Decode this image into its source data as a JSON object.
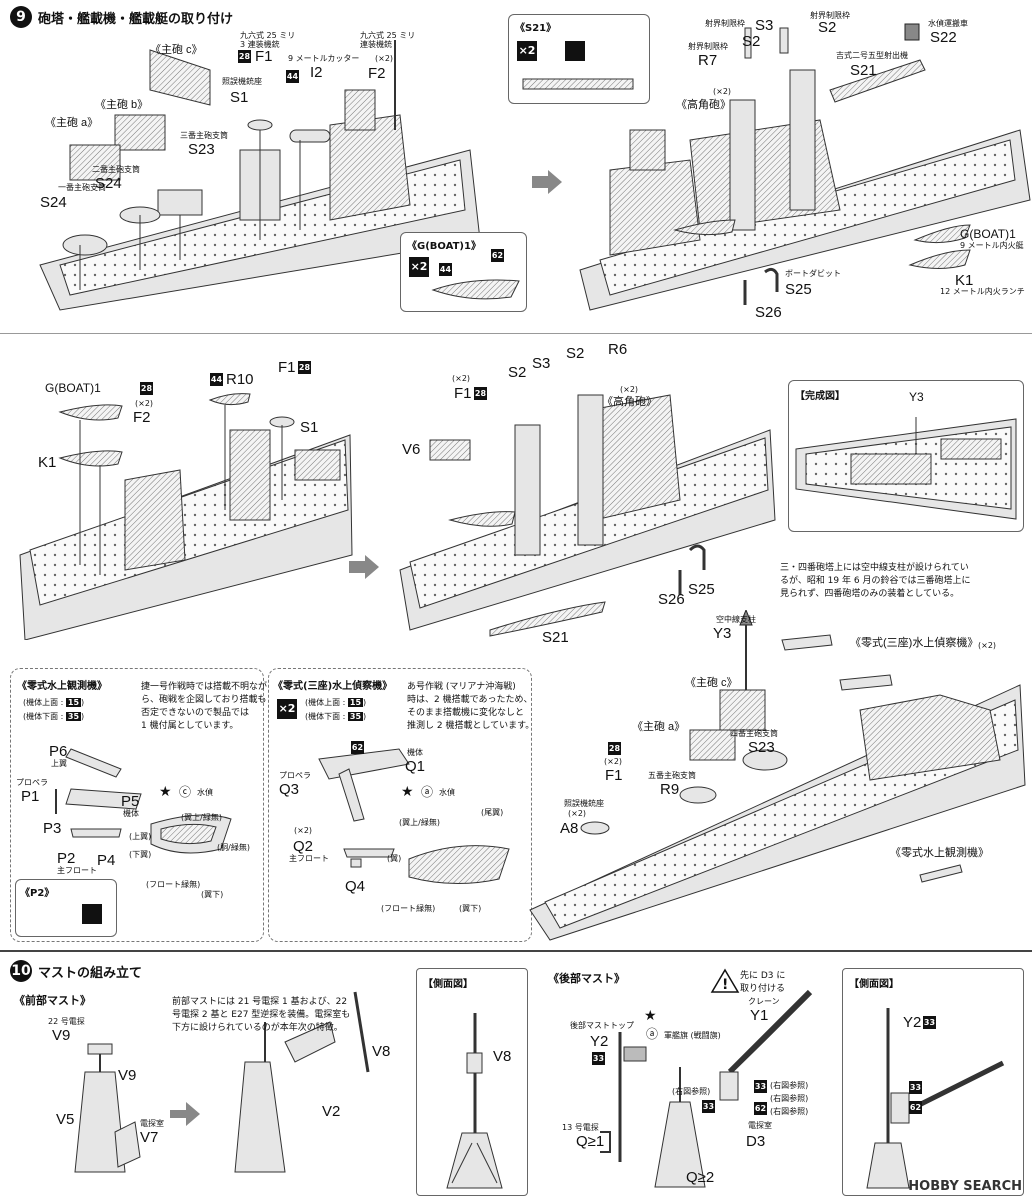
{
  "step9": {
    "num": "9",
    "title": "砲塔・艦載機・艦載艇の取り付け",
    "panel_a": {
      "labels": {
        "main_c": "《主砲 c》",
        "main_b": "《主砲 b》",
        "main_a": "《主砲 a》",
        "b28": "28",
        "b44": "44",
        "F1": "F1",
        "S1": "S1",
        "I2": "I2",
        "F2": "F2",
        "S23": "S23",
        "S24a": "S24",
        "S24b": "S24",
        "x2": "(×2)"
      },
      "notes": {
        "f1": "九六式 25 ミリ\n3 連装機銃",
        "s1": "照誤機銃座",
        "i2": "9 メートルカッター",
        "f2": "九六式 25 ミリ\n連装機銃",
        "s23": "三番主砲支筒",
        "s24b": "二番主砲支筒",
        "s24a": "一番主砲支筒"
      }
    },
    "boat_box": {
      "title": "《G(BOAT)1》",
      "x2": "×2",
      "b44": "44",
      "b62": "62"
    },
    "panel_b": {
      "s21_box": "《S21》",
      "x2": "×2",
      "labels": {
        "S3": "S3",
        "S2a": "S2",
        "S2b": "S2",
        "S22": "S22",
        "R7": "R7",
        "S21": "S21",
        "hakaku": "《高角砲》",
        "x2": "(×2)",
        "gboat": "G(BOAT)1",
        "K1": "K1",
        "S25": "S25",
        "S26": "S26"
      },
      "notes": {
        "shaji1": "射界制限枠",
        "shaji2": "射界制限枠",
        "shaji3": "射界制限枠",
        "suitei": "水偵運搬車",
        "s21n": "吉式二号五型射出機",
        "gboat": "9 メートル内火艇",
        "k1": "12 メートル内火ランチ",
        "s25": "ボートダビット"
      }
    },
    "panel_c": {
      "labels": {
        "gboat": "G(BOAT)1",
        "b28": "28",
        "b44": "44",
        "R10": "R10",
        "F1": "F1",
        "b28b": "28",
        "x2": "(×2)",
        "F2": "F2",
        "S1": "S1",
        "K1": "K1"
      }
    },
    "panel_d": {
      "labels": {
        "x2": "(×2)",
        "F1": "F1",
        "b28": "28",
        "S2a": "S2",
        "S3": "S3",
        "S2b": "S2",
        "R6": "R6",
        "x2b": "(×2)",
        "hakaku": "《高角砲》",
        "V6": "V6",
        "S25": "S25",
        "S26": "S26",
        "S21": "S21"
      }
    },
    "complete_box": {
      "title": "【完成図】",
      "Y3": "Y3"
    },
    "note_right": "三・四番砲塔上には空中線支柱が設けられてい\nるが、昭和 19 年 6 月の鈴谷では三番砲塔上に\n見られず、四番砲塔のみの装着としている。",
    "zero_obs": {
      "title": "《零式水上観測機》",
      "row1": "(機体上面 : ",
      "row1b": "15",
      "row2": "(機体下面 : ",
      "row2b": "35",
      "desc": "捷一号作戦時では搭載不明なが\nら、砲戦を企図しており搭載も\n否定できないので製品では\n1 機付属としています。",
      "P6": "P6",
      "P6n": "上翼",
      "P1": "P1",
      "P1n": "プロペラ",
      "P5": "P5",
      "P5n": "機体",
      "P3": "P3",
      "P2": "P2",
      "P2n": "主フロート",
      "P4": "P4",
      "star": "★",
      "c": "ⓒ",
      "suitei": "水偵",
      "wing_up": "(翼上/緑無)",
      "upper": "(上翼)",
      "lower": "(下翼)",
      "cowl": "(胴/緑無)",
      "float": "(フロート緑無)",
      "wing_low": "(翼下)",
      "p2box": "《P2》"
    },
    "zero3": {
      "title": "《零式(三座)水上偵察機》",
      "x2": "×2",
      "row1": "(機体上面 : ",
      "row1b": "15",
      "row2": "(機体下面 : ",
      "row2b": "35",
      "desc": "あ号作戦 (マリアナ沖海戦)\n時は、2 機搭載であったため、\nそのまま搭載機に変化なしと\n推測し 2 機搭載としています。",
      "b62": "62",
      "Q1": "Q1",
      "Q1n": "機体",
      "Q3": "Q3",
      "Q3n": "プロペラ",
      "x2b": "(×2)",
      "Q2": "Q2",
      "Q2n": "主フロート",
      "Q4": "Q4",
      "star": "★",
      "a": "ⓐ",
      "suitei": "水偵",
      "wing_up": "(翼上/緑無)",
      "tail": "(尾翼)",
      "wing": "(翼)",
      "float": "(フロート緑無)",
      "wing_low": "(翼下)"
    },
    "panel_e": {
      "labels": {
        "Y3": "Y3",
        "Y3n": "空中線支柱",
        "zero3": "《零式(三座)水上偵察機》",
        "x2": "(×2)",
        "main_c": "《主砲 c》",
        "main_a": "《主砲 a》",
        "b28": "28",
        "x2b": "(×2)",
        "F1": "F1",
        "S23": "S23",
        "S23n": "四番主砲支筒",
        "R9": "R9",
        "R9n": "五番主砲支筒",
        "A8n": "照誤機銃座",
        "x2c": "(×2)",
        "A8": "A8",
        "zero_obs": "《零式水上観測機》"
      }
    }
  },
  "step10": {
    "num": "10",
    "title": "マストの組み立て",
    "front": {
      "title": "《前部マスト》",
      "V9n": "22 号電探",
      "V9": "V9",
      "V9b": "V9",
      "V5": "V5",
      "V7": "V7",
      "V7n": "電探室",
      "desc": "前部マストには 21 号電探 1 基および、22\n号電探 2 基と E27 型逆探を装備。電探室も\n下方に設けられているのが本年次の特徴。",
      "V8": "V8",
      "V2": "V2"
    },
    "side1": {
      "title": "【側面図】",
      "V8": "V8"
    },
    "rear": {
      "title": "《後部マスト》",
      "warn": "先に D3 に\n取り付ける",
      "Y1": "Y1",
      "Y1n": "クレーン",
      "topn": "後部マストトップ",
      "Y2": "Y2",
      "b33": "33",
      "flag": "軍艦旗 (戦闘旗)",
      "star": "★",
      "a": "ⓐ",
      "ref1": "(右図参照)",
      "b33b": "33",
      "ref2": "(右図参照)",
      "b33c": "33",
      "ref3": "(右図参照)",
      "b62": "62",
      "ref4": "(右図参照)",
      "D3": "D3",
      "D3n": "電探室",
      "Q21": "Q≥1",
      "Q21n": "13 号電探",
      "Q22": "Q≥2"
    },
    "side2": {
      "title": "【側面図】",
      "Y2": "Y2",
      "b33": "33",
      "b33b": "33",
      "b62": "62"
    }
  },
  "watermark": "HOBBY SEARCH"
}
